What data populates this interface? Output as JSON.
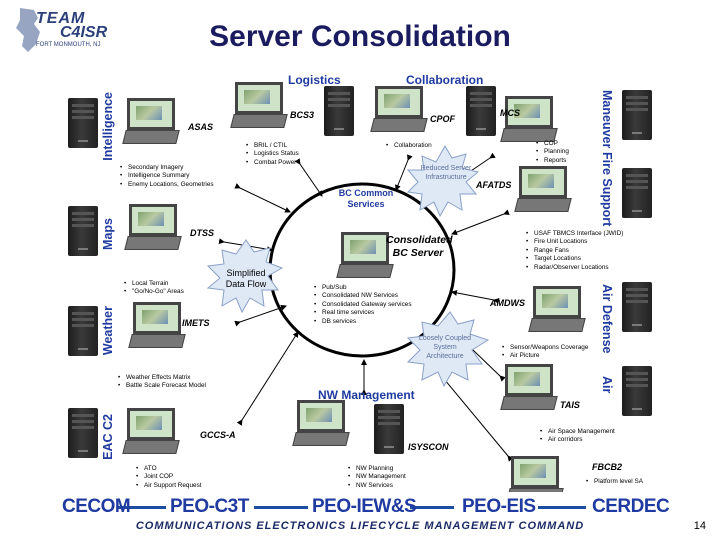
{
  "title": "Server Consolidation",
  "logo": {
    "line1": "TEAM",
    "line2": "C4ISR",
    "line3": "FORT MONMOUTH, NJ"
  },
  "categories": {
    "logistics": "Logistics",
    "collaboration": "Collaboration",
    "intelligence": "Intelligence",
    "maps": "Maps",
    "weather": "Weather",
    "eac_c2": "EAC C2",
    "maneuver": "Maneuver",
    "fire_support": "Fire Support",
    "air_defense": "Air Defense",
    "air": "Air",
    "nw_management": "NW Management"
  },
  "systems": {
    "asas": {
      "name": "ASAS",
      "bullets": [
        "Secondary Imagery",
        "Intelligence Summary",
        "Enemy Locations, Geometries"
      ]
    },
    "bcs3": {
      "name": "BCS3",
      "bullets": [
        "BRIL / CTIL",
        "Logistics Status",
        "Combat Power"
      ]
    },
    "cpof": {
      "name": "CPOF",
      "bullets": [
        "Collaboration"
      ]
    },
    "mcs": {
      "name": "MCS",
      "bullets": [
        "COP",
        "Planning",
        "Reports"
      ]
    },
    "afatds": {
      "name": "AFATDS",
      "bullets": [
        "USAF TBMCS Interface (JWID)",
        "Fire Unit Locations",
        "Range Fans",
        "Target Locations",
        "Radar/Observer Locations"
      ]
    },
    "dtss": {
      "name": "DTSS",
      "bullets": [
        "Local Terrain",
        "\"Go/No-Go\" Areas"
      ]
    },
    "imets": {
      "name": "IMETS",
      "bullets": [
        "Weather Effects Matrix",
        "Battle Scale Forecast Model"
      ]
    },
    "gccs_a": {
      "name": "GCCS-A",
      "bullets": [
        "ATO",
        "Joint COP",
        "Air Support Request"
      ]
    },
    "amdws": {
      "name": "AMDWS",
      "bullets": [
        "Sensor/Weapons Coverage",
        "Air Picture"
      ]
    },
    "tais": {
      "name": "TAIS",
      "bullets": [
        "Air Space Management",
        "Air corridors"
      ]
    },
    "isyscon": {
      "name": "ISYSCON",
      "bullets": [
        "NW Planning",
        "NW Management",
        "NW Services"
      ]
    },
    "fbcb2": {
      "name": "FBCB2",
      "bullets": [
        "Platform level SA"
      ]
    }
  },
  "center": {
    "bc_common_services": "BC Common Services",
    "consolidated": "Consolidated BC Server",
    "bullets": [
      "Pub/Sub",
      "Consolidated NW Services",
      "Consolidated Gateway services",
      "Real time services",
      "DB services"
    ]
  },
  "bursts": {
    "reduced": "Reduced Server Infrastructure",
    "simplified": "Simplified Data Flow",
    "loosely": "Loosely Coupled System Architecture"
  },
  "footer": {
    "orgs": [
      "CECOM",
      "PEO-C3T",
      "PEO-IEW&S",
      "PEO-EIS",
      "CERDEC"
    ],
    "tagline": "COMMUNICATIONS ELECTRONICS LIFECYCLE MANAGEMENT COMMAND",
    "page_number": "14"
  },
  "colors": {
    "heading": "#1f3aa0",
    "title": "#1b1b60",
    "burst": "#dfe9f6",
    "footer_line": "#1c4ea3"
  }
}
